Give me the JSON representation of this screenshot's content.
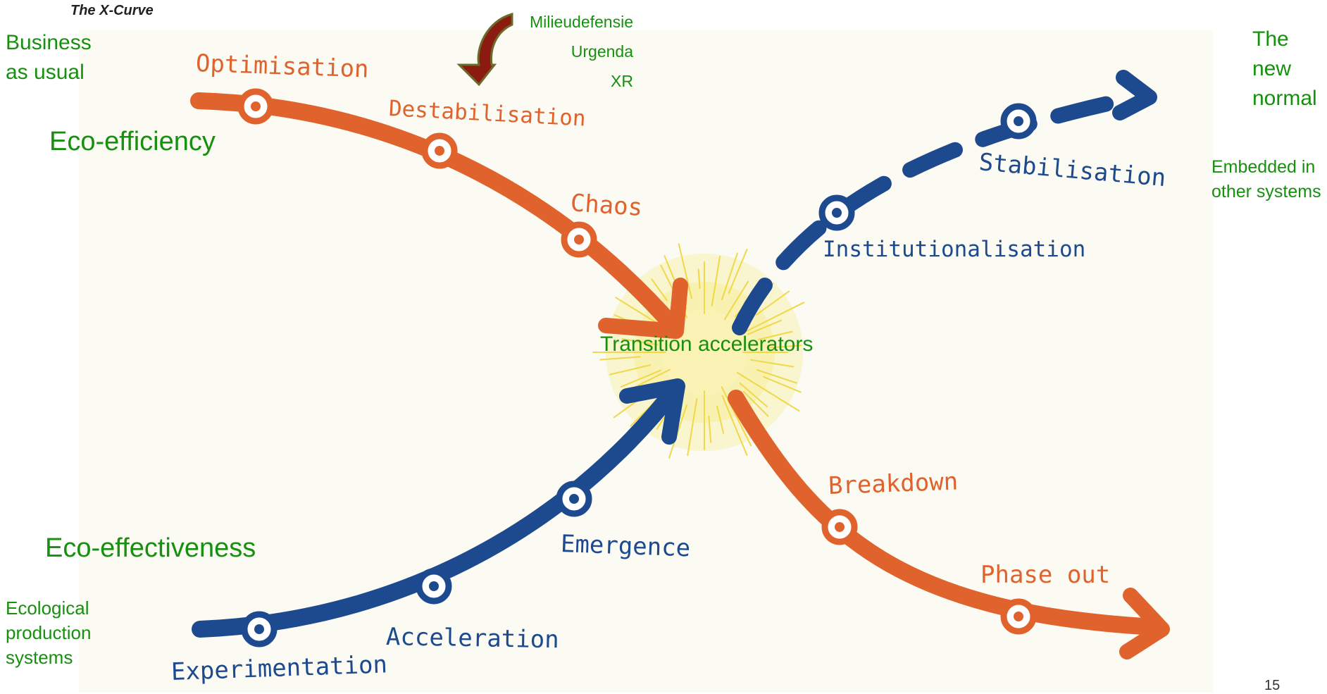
{
  "doc_title": "The X-Curve",
  "left_top": {
    "line1": "Business",
    "line2": "as usual"
  },
  "eco_efficiency": "Eco-efficiency",
  "eco_effectiveness": "Eco-effectiveness",
  "left_bottom": {
    "line1": "Ecological",
    "line2": "production",
    "line3": "systems"
  },
  "actors": [
    "Milieudefensie",
    "Urgenda",
    "XR"
  ],
  "right_top": {
    "line1": "The",
    "line2": "new",
    "line3": "normal"
  },
  "right_mid": {
    "line1": "Embedded in",
    "line2": "other systems"
  },
  "center_label": "Transition accelerators",
  "stages": {
    "optimisation": "Optimisation",
    "destabilisation": "Destabilisation",
    "chaos": "Chaos",
    "breakdown": "Breakdown",
    "phase_out": "Phase out",
    "experimentation": "Experimentation",
    "acceleration": "Acceleration",
    "emergence": "Emergence",
    "institutionalisation": "Institutionalisation",
    "stabilisation": "Stabilisation"
  },
  "page_number": "15",
  "colors": {
    "orange": "#e0622c",
    "blue": "#1d4a8f",
    "green": "#16900e",
    "burst": "#f6ea8a",
    "arrow": "#8b1a10"
  }
}
